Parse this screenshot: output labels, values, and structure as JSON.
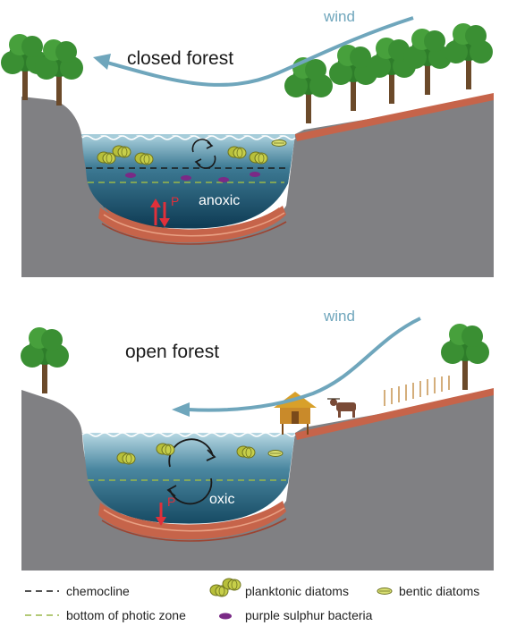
{
  "panels": {
    "top": {
      "title": "closed forest",
      "wind": "wind",
      "state": "anoxic",
      "p_label": "P"
    },
    "bottom": {
      "title": "open forest",
      "wind": "wind",
      "state": "oxic",
      "p_label": "P"
    }
  },
  "legend": {
    "chemocline": "chemocline",
    "photic": "bottom of photic zone",
    "planktonic": "planktonic diatoms",
    "purple": "purple sulphur bacteria",
    "bentic": "bentic diatoms"
  },
  "colors": {
    "rock": "#808083",
    "water_top": "#a9cfdc",
    "water_deep": "#0f3c55",
    "sediment": "#c6644a",
    "wind": "#6fa6bc",
    "tree": "#2e7d2a",
    "p_arrow": "#e0303a",
    "purple_bacteria": "#7a2a86",
    "chemocline": "#1a1a1a",
    "photic": "#9ab84a"
  }
}
